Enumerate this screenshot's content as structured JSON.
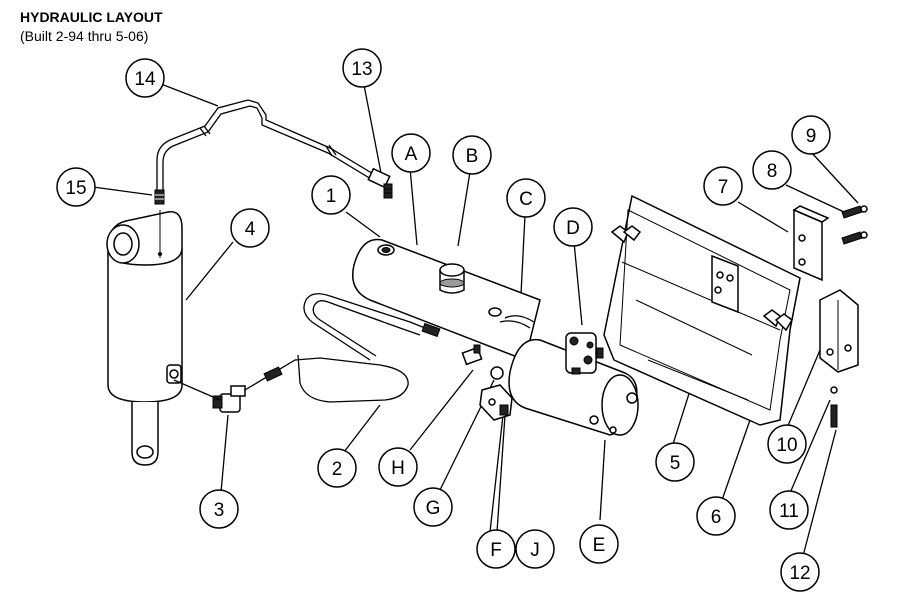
{
  "header": {
    "title": "HYDRAULIC LAYOUT",
    "subtitle": "(Built 2-94 thru 5-06)"
  },
  "callouts": {
    "c1": "1",
    "c2": "2",
    "c3": "3",
    "c4": "4",
    "c5": "5",
    "c6": "6",
    "c7": "7",
    "c8": "8",
    "c9": "9",
    "c10": "10",
    "c11": "11",
    "c12": "12",
    "c13": "13",
    "c14": "14",
    "c15": "15",
    "cA": "A",
    "cB": "B",
    "cC": "C",
    "cD": "D",
    "cE": "E",
    "cF": "F",
    "cG": "G",
    "cH": "H",
    "cJ": "J"
  }
}
